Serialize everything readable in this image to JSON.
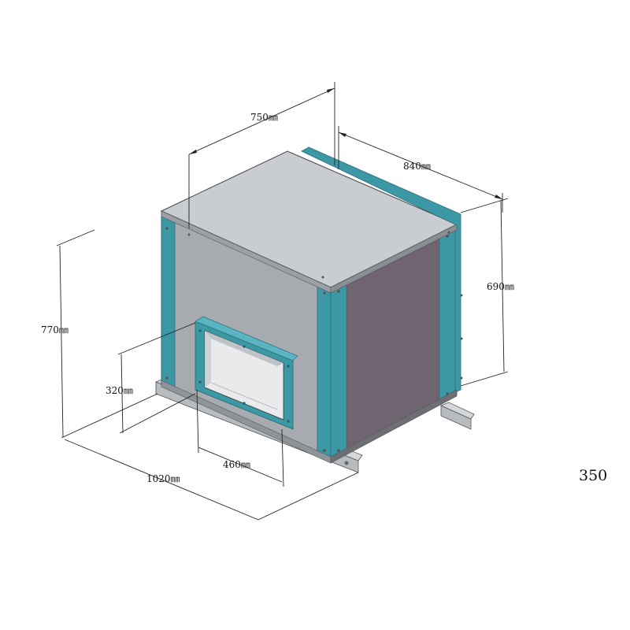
{
  "dimensions": {
    "width_top": "750㎜",
    "depth": "840㎜",
    "side_height": "690㎜",
    "total_height": "770㎜",
    "outlet_height": "320㎜",
    "outlet_width": "460㎜",
    "total_length": "1020㎜"
  },
  "model_number": "350",
  "colors": {
    "top_face": "#c9ccd0",
    "front_face": "#a7abb0",
    "side_face": "#6f646f",
    "frame_teal": "#3d98a6",
    "frame_teal_dark": "#2d7d8a",
    "rail": "#b8bcc0"
  }
}
